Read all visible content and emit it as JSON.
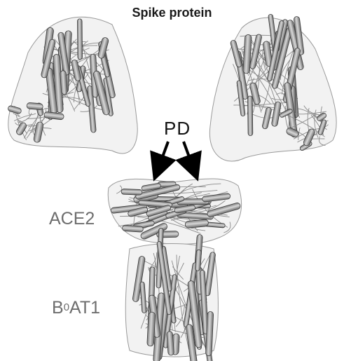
{
  "figure": {
    "title": "Spike protein",
    "pd_label": "PD",
    "ace2_label": "ACE2",
    "b0at1_label": {
      "base": "B",
      "superscript": "0",
      "suffix": "AT1"
    }
  },
  "colors": {
    "helix_fill": "#b4b4b4",
    "helix_stroke": "#3c3c3c",
    "coil": "#7a7a7a",
    "arrow": "#000000",
    "label_gray": "#6e6e6e",
    "title": "#1a1a1a"
  }
}
